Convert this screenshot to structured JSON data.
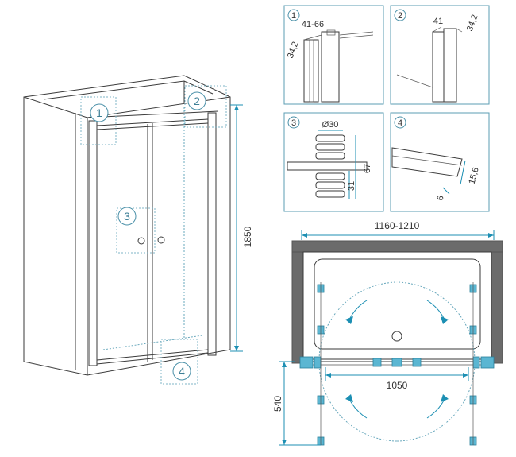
{
  "callouts": {
    "c1": "1",
    "c2": "2",
    "c3": "3",
    "c4": "4"
  },
  "dimensions": {
    "height": "1850",
    "width_range": "1160-1210",
    "door_opening": "1050",
    "swing_depth": "540"
  },
  "details": {
    "panel1": {
      "number": "1",
      "dim_a": "41-66",
      "dim_b": "34,2"
    },
    "panel2": {
      "number": "2",
      "dim_a": "41",
      "dim_b": "34,2"
    },
    "panel3": {
      "number": "3",
      "dim_a": "Ø30",
      "dim_b": "67",
      "dim_c": "31"
    },
    "panel4": {
      "number": "4",
      "dim_a": "15,6",
      "dim_b": "6"
    }
  },
  "colors": {
    "accent": "#1c8fb3",
    "callout": "#4a90a8",
    "wall": "#6b6b6b",
    "fitting": "#5bb6d2"
  }
}
